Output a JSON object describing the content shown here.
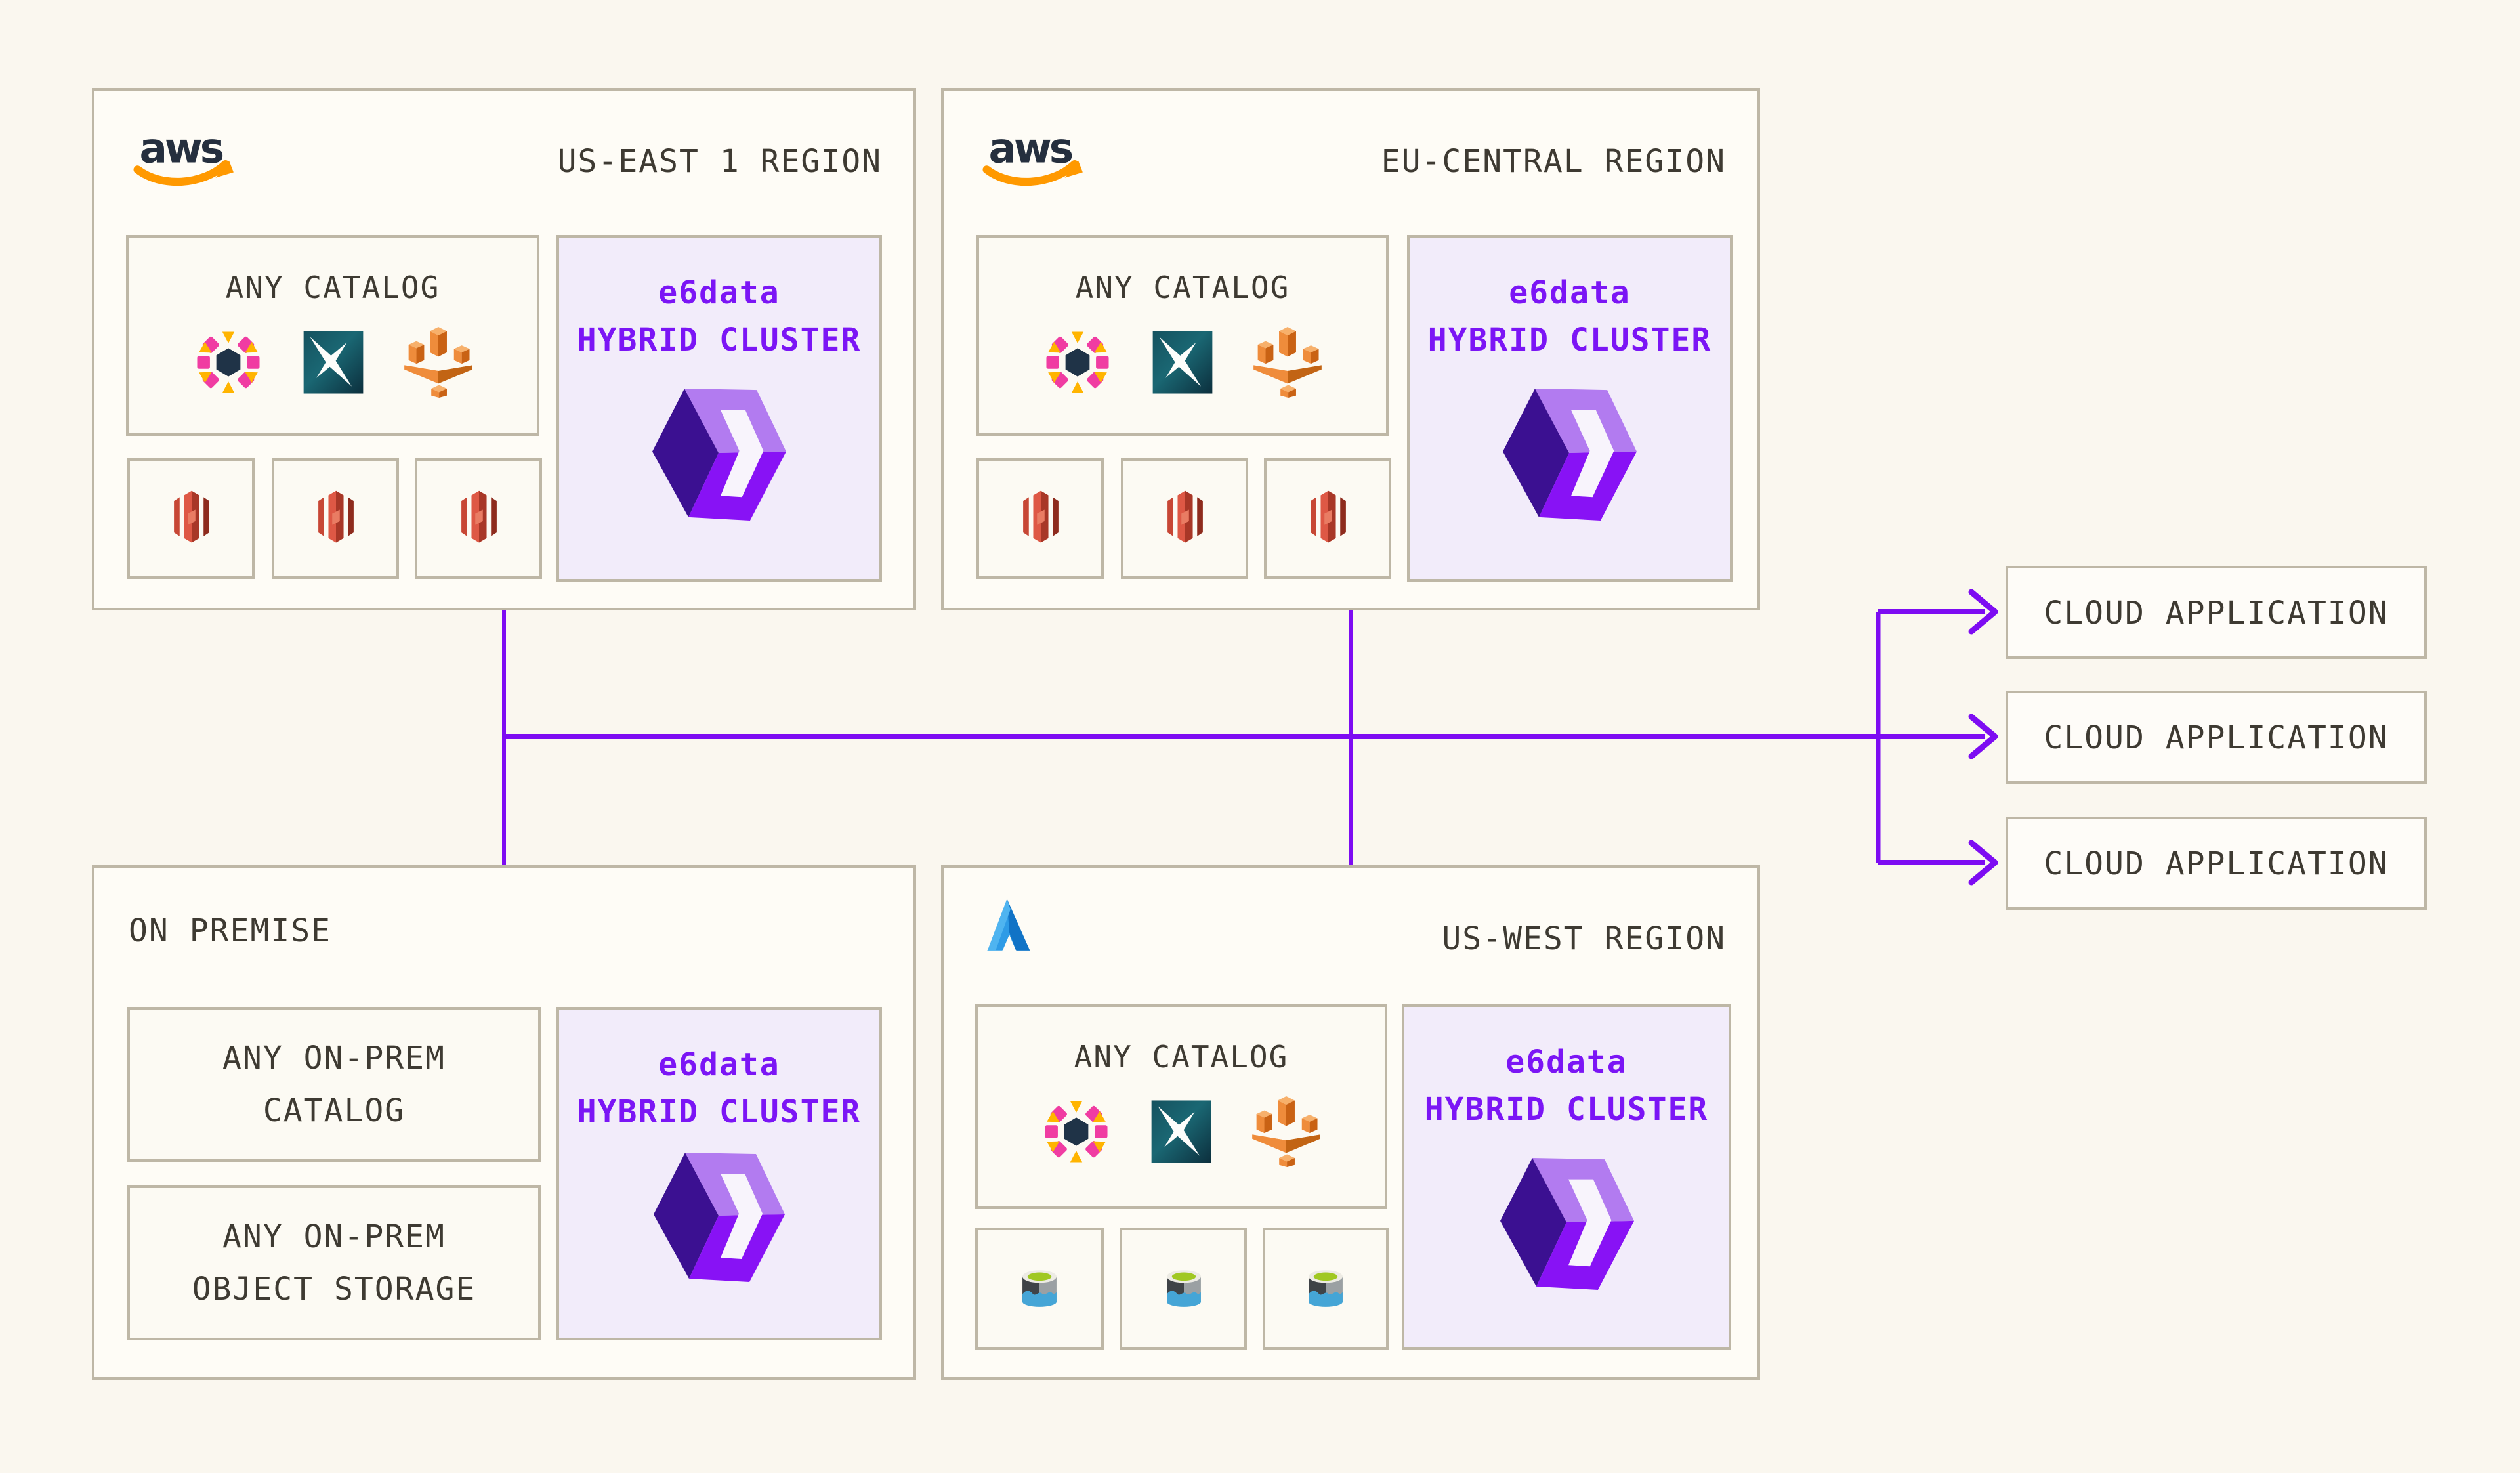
{
  "colors": {
    "background": "#FAF7EF",
    "panel_fill": "#FEFCF6",
    "panel_border": "#BEB7A6",
    "cluster_fill": "#F2ECFA",
    "purple_line": "#7D0CF2",
    "purple_text": "#7B15F5",
    "text_dark": "#3E3A32",
    "aws_navy": "#252F3E",
    "aws_orange": "#FF9900",
    "azure_blue": "#2E9BE6"
  },
  "regions": {
    "us_east": {
      "title": "US-EAST 1 REGION",
      "provider_logo": "aws-logo",
      "catalog": {
        "label": "ANY CATALOG",
        "icons": [
          "unity-catalog-icon",
          "polaris-star-icon",
          "glue-catalog-icon"
        ]
      },
      "storage": {
        "icons": [
          "s3-bucket-icon",
          "s3-bucket-icon",
          "s3-bucket-icon"
        ]
      },
      "cluster": {
        "name": "e6data",
        "label": "HYBRID CLUSTER",
        "icon": "e6data-logo"
      }
    },
    "eu_central": {
      "title": "EU-CENTRAL REGION",
      "provider_logo": "aws-logo",
      "catalog": {
        "label": "ANY CATALOG",
        "icons": [
          "unity-catalog-icon",
          "polaris-star-icon",
          "glue-catalog-icon"
        ]
      },
      "storage": {
        "icons": [
          "s3-bucket-icon",
          "s3-bucket-icon",
          "s3-bucket-icon"
        ]
      },
      "cluster": {
        "name": "e6data",
        "label": "HYBRID CLUSTER",
        "icon": "e6data-logo"
      }
    },
    "on_premise": {
      "title": "ON PREMISE",
      "catalog_box": {
        "line1": "ANY ON-PREM",
        "line2": "CATALOG"
      },
      "storage_box": {
        "line1": "ANY ON-PREM",
        "line2": "OBJECT STORAGE"
      },
      "cluster": {
        "name": "e6data",
        "label": "HYBRID CLUSTER",
        "icon": "e6data-logo"
      }
    },
    "us_west": {
      "title": "US-WEST REGION",
      "provider_logo": "azure-logo",
      "catalog": {
        "label": "ANY CATALOG",
        "icons": [
          "unity-catalog-icon",
          "polaris-star-icon",
          "glue-catalog-icon"
        ]
      },
      "storage": {
        "icons": [
          "azure-blob-storage-icon",
          "azure-blob-storage-icon",
          "azure-blob-storage-icon"
        ]
      },
      "cluster": {
        "name": "e6data",
        "label": "HYBRID CLUSTER",
        "icon": "e6data-logo"
      }
    }
  },
  "cloud_applications": [
    {
      "label": "CLOUD APPLICATION"
    },
    {
      "label": "CLOUD APPLICATION"
    },
    {
      "label": "CLOUD APPLICATION"
    }
  ]
}
